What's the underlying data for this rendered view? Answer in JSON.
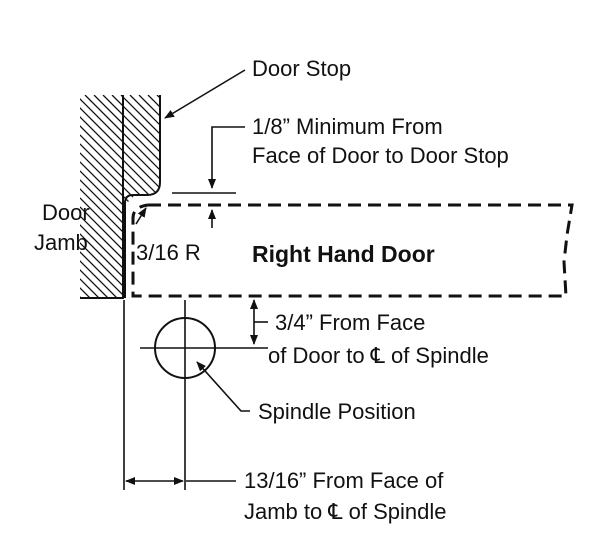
{
  "labels": {
    "door_stop": "Door Stop",
    "gap_line1": "1/8” Minimum From",
    "gap_line2": "Face of Door to Door Stop",
    "door_word": "Door",
    "jamb_word": "Jamb",
    "radius": "3/16 R",
    "door_title": "Right Hand Door",
    "spindle_line1": "3/4” From Face",
    "spindle_line2_pre": "of Door to ",
    "spindle_line2_post": " of Spindle",
    "spindle_position": "Spindle Position",
    "jamb_line1": "13/16” From Face of",
    "jamb_line2_pre": "Jamb to ",
    "jamb_line2_post": " of Spindle",
    "centerline_symbol": "℄"
  }
}
